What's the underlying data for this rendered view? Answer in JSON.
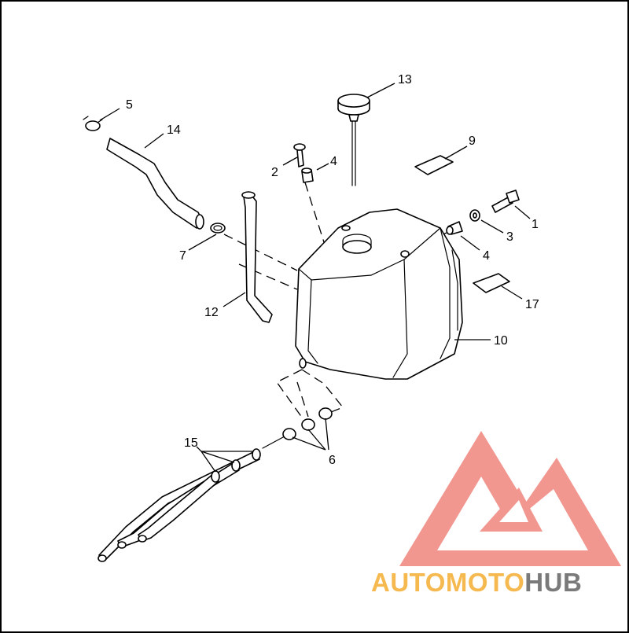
{
  "callouts": {
    "c1": "1",
    "c2": "2",
    "c3": "3",
    "c4a": "4",
    "c4b": "4",
    "c5": "5",
    "c6": "6",
    "c7": "7",
    "c9": "9",
    "c10": "10",
    "c12": "12",
    "c13": "13",
    "c14": "14",
    "c15": "15",
    "c17": "17"
  },
  "watermark": {
    "brand_part1": "AUTOMOTO",
    "brand_part2": "HUB",
    "color_primary": "#f08c84",
    "color_accent": "#f5b94f",
    "color_dark": "#7a7a7a"
  },
  "colors": {
    "line": "#000000",
    "background": "#ffffff"
  }
}
